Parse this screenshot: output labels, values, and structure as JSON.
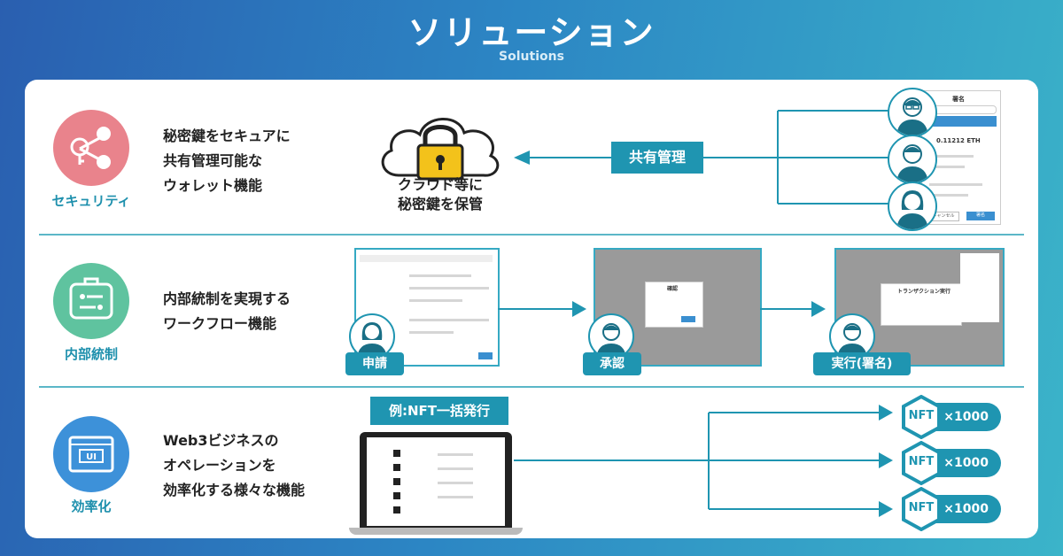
{
  "header": {
    "title": "ソリューション",
    "subtitle": "Solutions"
  },
  "rows": [
    {
      "category": "セキュリティ",
      "desc": [
        "秘密鍵をセキュアに",
        "共有管理可能な",
        "ウォレット機能"
      ]
    },
    {
      "category": "内部統制",
      "desc": [
        "内部統制を実現する",
        "ワークフロー機能"
      ]
    },
    {
      "category": "効率化",
      "desc": [
        "Web3ビジネスの",
        "オペレーションを",
        "効率化する様々な機能"
      ]
    }
  ],
  "security": {
    "cloud_caption": [
      "クラウド等に",
      "秘密鍵を保管"
    ],
    "shared_label": "共有管理",
    "sign_panel": {
      "title": "署名",
      "amount": "0.11212 ETH",
      "cancel": "キャンセル",
      "confirm": "署名"
    }
  },
  "workflow": {
    "steps": [
      "申請",
      "承認",
      "実行(署名)"
    ],
    "modal_title": "確認",
    "tx_title": "トランザクション実行"
  },
  "efficiency": {
    "example_label": "例:NFT一括発行",
    "nft_badge": "NFT",
    "multiplier": "×1000"
  },
  "colors": {
    "security": "#e9838c",
    "internal": "#5fc39f",
    "efficiency": "#3d91d9",
    "accent": "#1f95b1"
  }
}
